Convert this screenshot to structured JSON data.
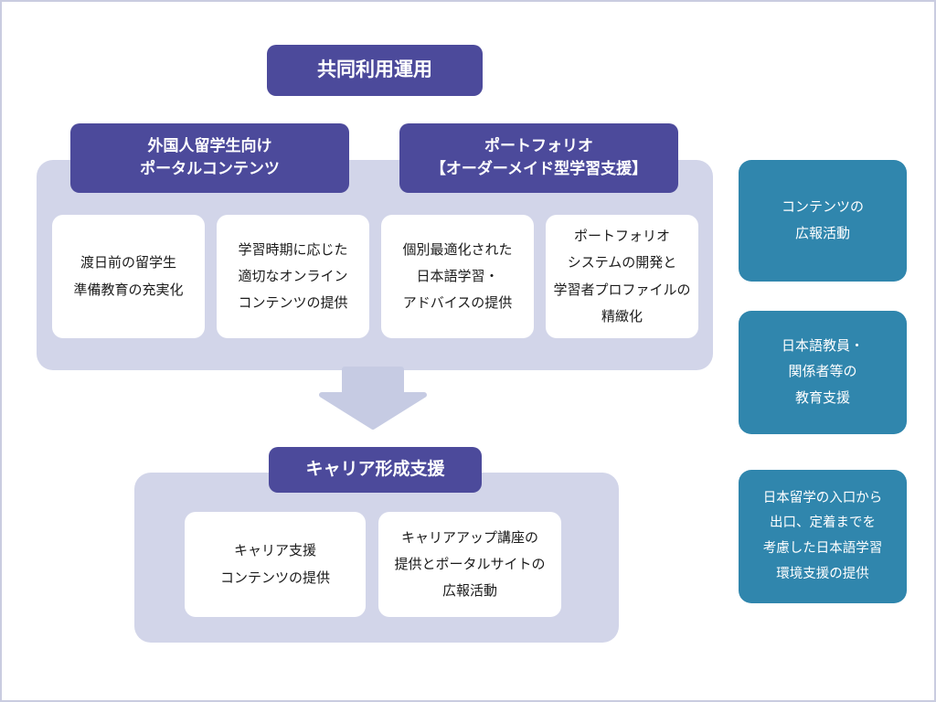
{
  "colors": {
    "header_purple": "#4c4a9b",
    "container_lavender": "#d2d5e9",
    "arrow_lavender": "#c6cbe3",
    "side_teal": "#3086ad",
    "card_text": "#1b1b1b",
    "frame_border": "#c9cce0"
  },
  "title": "共同利用運用",
  "portal": {
    "header": "外国人留学生向け\nポータルコンテンツ",
    "cards": [
      "渡日前の留学生\n準備教育の充実化",
      "学習時期に応じた\n適切なオンライン\nコンテンツの提供"
    ]
  },
  "portfolio": {
    "header": "ポートフォリオ\n【オーダーメイド型学習支援】",
    "cards": [
      "個別最適化された\n日本語学習・\nアドバイスの提供",
      "ポートフォリオ\nシステムの開発と\n学習者プロファイルの\n精緻化"
    ]
  },
  "career": {
    "header": "キャリア形成支援",
    "cards": [
      "キャリア支援\nコンテンツの提供",
      "キャリアアップ講座の\n提供とポータルサイトの\n広報活動"
    ]
  },
  "side_boxes": [
    "コンテンツの\n広報活動",
    "日本語教員・\n関係者等の\n教育支援",
    "日本留学の入口から\n出口、定着までを\n考慮した日本語学習\n環境支援の提供"
  ]
}
